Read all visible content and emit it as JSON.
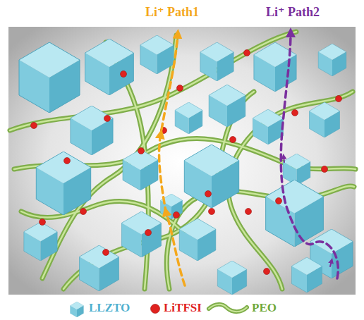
{
  "diagram": {
    "labels": [
      "Li⁺ Path1",
      "Li⁺ Path2"
    ],
    "legend": [
      {
        "text": "LLZTO"
      },
      {
        "text": "LiTFSI"
      },
      {
        "text": "PEO"
      }
    ]
  }
}
